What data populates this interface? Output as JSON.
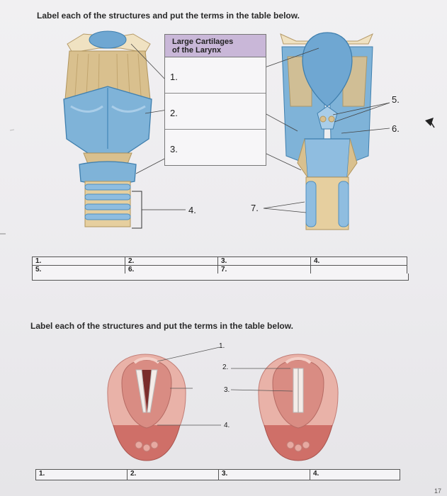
{
  "section1": {
    "instruction": "Label each of the structures and put the terms in the table below.",
    "box_header_line1": "Large Cartilages",
    "box_header_line2": "of the Larynx",
    "box_rows": [
      "1.",
      "2.",
      "3."
    ],
    "labels": {
      "l4": "4.",
      "l5": "5.",
      "l6": "6.",
      "l7": "7."
    },
    "table": {
      "row1": [
        "1.",
        "2.",
        "3.",
        "4."
      ],
      "row2": [
        "5.",
        "6.",
        "7.",
        ""
      ]
    }
  },
  "section2": {
    "instruction": "Label each of the structures and put the terms in the table below.",
    "labels": {
      "l1": "1.",
      "l2": "2.",
      "l3": "3.",
      "l4": "4."
    },
    "table": {
      "row1": [
        "1.",
        "2.",
        "3.",
        "4."
      ]
    }
  },
  "page_number": "17",
  "colors": {
    "cartilage_blue": "#7fb3d8",
    "cartilage_dark": "#4f8fbf",
    "muscle_tan": "#d9c08e",
    "tissue_pink": "#d88a86",
    "header_purple": "#c9b7d8"
  }
}
